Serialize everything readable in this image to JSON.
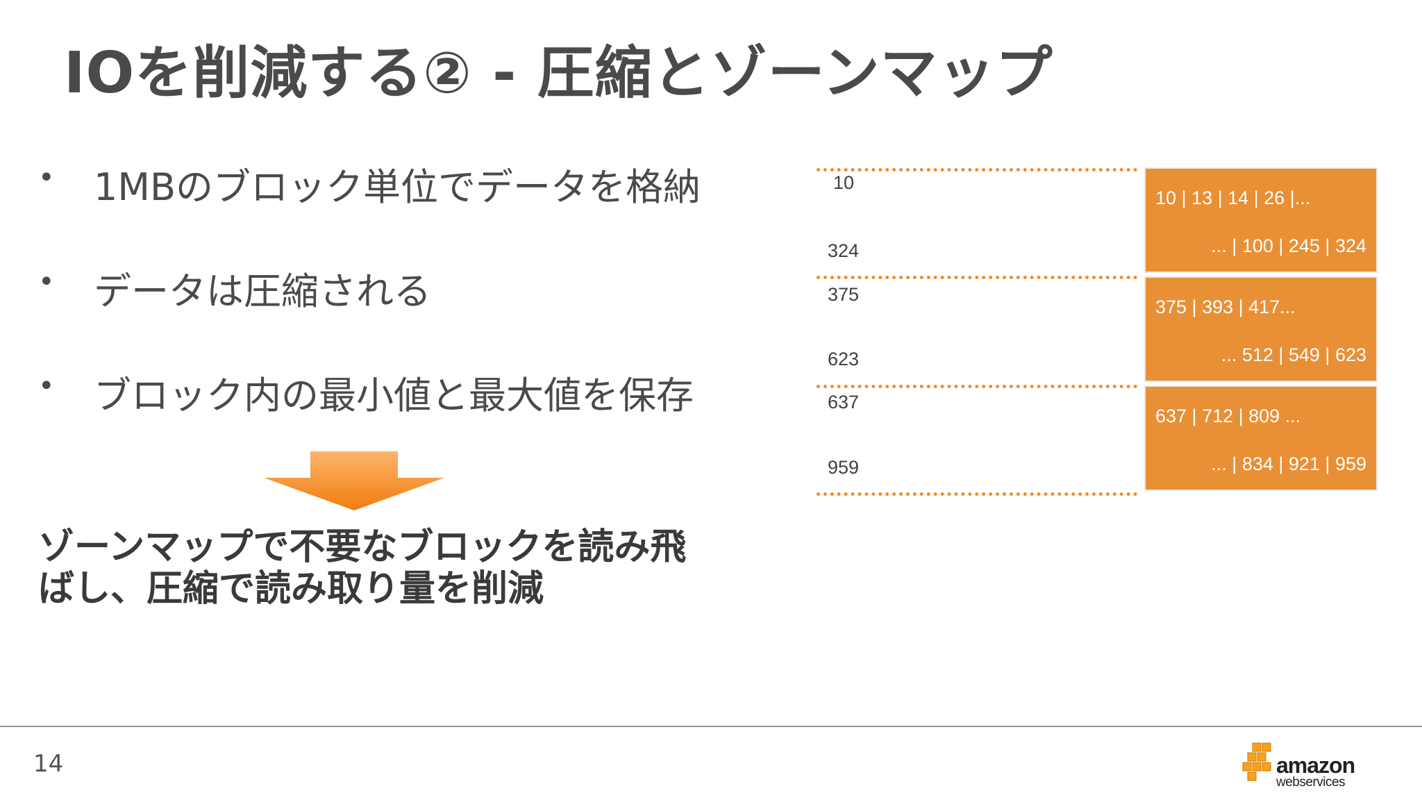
{
  "slide": {
    "title": "IOを削減する② - 圧縮とゾーンマップ",
    "bullets": [
      "1MBのブロック単位でデータを格納",
      "データは圧縮される",
      "ブロック内の最小値と最大値を保存"
    ],
    "bullet_symbol": "•",
    "conclusion": {
      "line1": "ゾーンマップで不要なブロックを読み飛",
      "line2": "ばし、圧縮で読み取り量を削減"
    },
    "page_number": "14"
  },
  "diagram": {
    "blocks": [
      {
        "min": "10",
        "max": "324",
        "first_line": "10 | 13 | 14 | 26 |...",
        "last_line": "... | 100 | 245 | 324"
      },
      {
        "min": "375",
        "max": "623",
        "first_line": "375 | 393 | 417...",
        "last_line": "... 512 | 549 | 623"
      },
      {
        "min": "637",
        "max": "959",
        "first_line": "637 | 712 | 809 ...",
        "last_line": "... | 834 | 921 | 959"
      }
    ]
  },
  "logo": {
    "brand": "amazon",
    "sub": "webservices"
  },
  "colors": {
    "accent": "#e98f35",
    "title": "#4a4a4a",
    "arrow_top": "#fdb46b",
    "arrow_bottom": "#f07c10"
  },
  "icons": {
    "arrow": "down-arrow-icon",
    "logo": "aws-logo-icon"
  }
}
